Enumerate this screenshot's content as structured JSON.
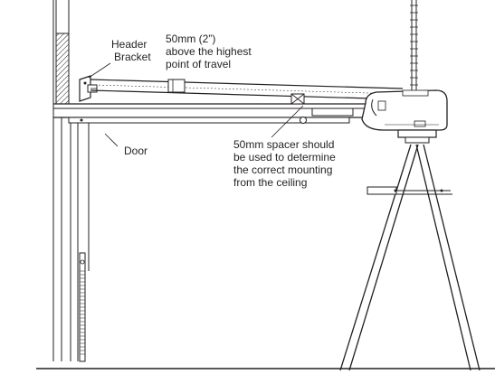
{
  "labels": {
    "header_bracket": [
      "Header",
      "Bracket"
    ],
    "clearance": [
      "50mm (2”)",
      "above the highest",
      "point of travel"
    ],
    "door": "Door",
    "spacer": [
      "50mm spacer should",
      "be used to determine",
      "the correct mounting",
      "from the ceiling"
    ]
  },
  "colors": {
    "line": "#231f20",
    "hatch": "#231f20"
  }
}
